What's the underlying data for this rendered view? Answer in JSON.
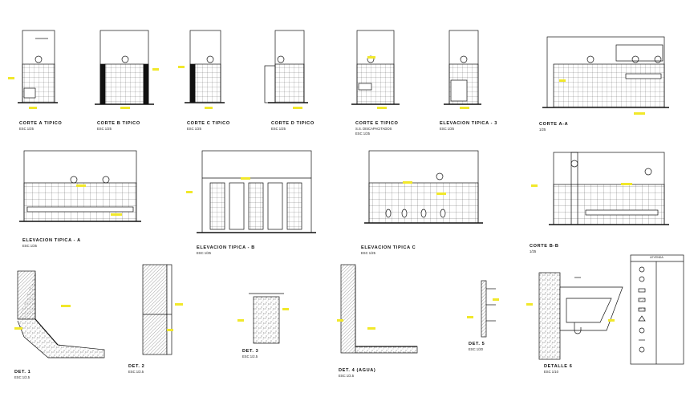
{
  "drawings": [
    {
      "id": "v1",
      "title": "CORTE A TIPICO",
      "scale": "ESC 1/25"
    },
    {
      "id": "v2",
      "title": "CORTE B TIPICO",
      "scale": "ESC 1/25"
    },
    {
      "id": "v3",
      "title": "CORTE C TIPICO",
      "scale": "ESC 1/25"
    },
    {
      "id": "v4",
      "title": "CORTE D TIPICO",
      "scale": "ESC 1/25"
    },
    {
      "id": "v5",
      "title": "CORTE E TIPICO",
      "scale": "ESC 1/25",
      "subtitle": "S.S. DISCAPACITADOS"
    },
    {
      "id": "v6",
      "title": "ELEVACION TIPICA - 3",
      "scale": "ESC 1/25"
    },
    {
      "id": "v7",
      "title": "CORTE A-A",
      "scale": "1/25"
    },
    {
      "id": "v8",
      "title": "ELEVACION TIPICA - A",
      "scale": "ESC 1/25"
    },
    {
      "id": "v9",
      "title": "ELEVACION TIPICA - B",
      "scale": "ESC 1/25"
    },
    {
      "id": "v10",
      "title": "ELEVACION TIPICA C",
      "scale": "ESC 1/25"
    },
    {
      "id": "v11",
      "title": "CORTE B-B",
      "scale": "1/25"
    },
    {
      "id": "d1",
      "title": "DET. 1",
      "scale": "ESC 1/2.5"
    },
    {
      "id": "d2",
      "title": "DET. 2",
      "scale": "ESC 1/2.5"
    },
    {
      "id": "d3",
      "title": "DET. 3",
      "scale": "ESC 1/2.5"
    },
    {
      "id": "d4",
      "title": "DET. 4 (AGUA)",
      "scale": "ESC 1/2.5"
    },
    {
      "id": "d5",
      "title": "DET. 5",
      "scale": "ESC 1/20"
    },
    {
      "id": "d6",
      "title": "DETALLE 6",
      "scale": "ESC 1/10"
    }
  ],
  "legend": {
    "title": "LEYENDA"
  },
  "colors": {
    "line": "#111111",
    "highlight": "#f1e82a",
    "paper": "#ffffff",
    "hatch": "#555555"
  }
}
